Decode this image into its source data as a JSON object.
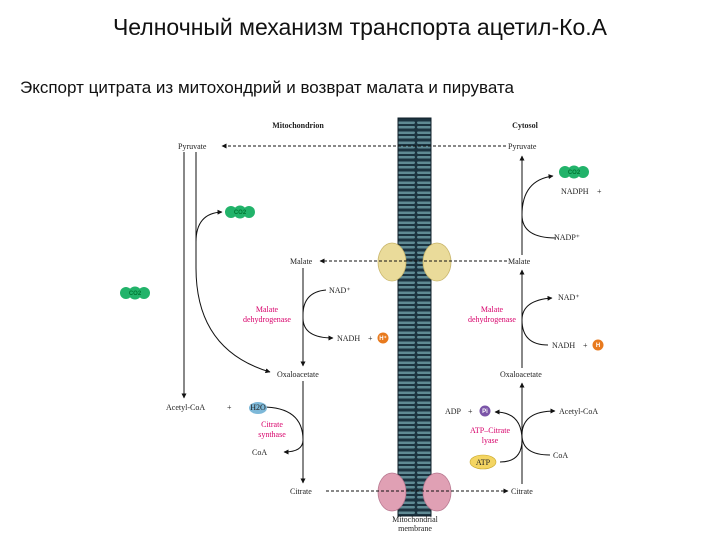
{
  "slide": {
    "title": "Челночный механизм транспорта ацетил-Ко.А",
    "subtitle": "Экспорт цитрата из митохондрий и возврат малата и пирувата"
  },
  "diagram": {
    "mitochondrion_header": "Mitochondrion",
    "cytosol_header": "Cytosol",
    "membrane_label_1": "Mitochondrial",
    "membrane_label_2": "membrane",
    "left": {
      "pyruvate": "Pyruvate",
      "co2_a": "CO2",
      "co2_b": "CO2",
      "malate": "Malate",
      "nad": "NAD⁺",
      "enzyme_md_1": "Malate",
      "enzyme_md_2": "dehydrogenase",
      "nadh": "NADH",
      "plus_1": "+",
      "h_ion": "H⁺",
      "oxaloacetate": "Oxaloacetate",
      "acetyl_coa": "Acetyl-CoA",
      "plus_2": "+",
      "h2o": "H2O",
      "enzyme_cs_1": "Citrate",
      "enzyme_cs_2": "synthase",
      "coa": "CoA",
      "citrate": "Citrate"
    },
    "right": {
      "pyruvate": "Pyruvate",
      "co2": "CO2",
      "nadph": "NADPH",
      "plus_1": "+",
      "nadp": "NADP⁺",
      "malate": "Malate",
      "nad": "NAD⁺",
      "enzyme_md_1": "Malate",
      "enzyme_md_2": "dehydrogenase",
      "nadh": "NADH",
      "plus_2": "+",
      "h_ion": "H",
      "oxaloacetate": "Oxaloacetate",
      "adp": "ADP",
      "plus_3": "+",
      "pi": "Pi",
      "acetyl_coa": "Acetyl-CoA",
      "enzyme_acl_1": "ATP–Citrate",
      "enzyme_acl_2": "lyase",
      "atp": "ATP",
      "coa": "CoA",
      "citrate": "Citrate"
    }
  },
  "colors": {
    "membrane": "#1c3340",
    "membrane_stripe": "#5f8a94",
    "transporter_malate": "#eadb9a",
    "transporter_citrate": "#e0a0b4",
    "co2_bubble": "#22b36a",
    "enzyme_text": "#d8006a",
    "h_badge": "#e87a1e",
    "pi_badge": "#7b55a8",
    "atp_badge": "#f4d562"
  }
}
